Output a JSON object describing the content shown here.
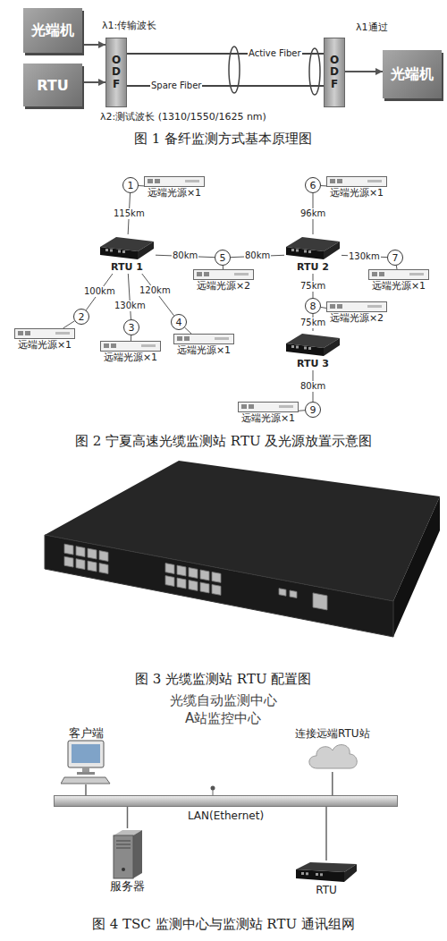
{
  "diagram": {
    "nodes": [
      {
        "text": [
          "光端机"
        ]
      },
      {
        "text": [
          "RTU"
        ]
      },
      {
        "text": [
          "ODF"
        ]
      },
      {
        "text": [
          "ODF"
        ]
      },
      {
        "text": [
          "光端机"
        ]
      },
      {
        "text": [
          "1"
        ]
      },
      {
        "text": [
          "远端光源×1"
        ]
      },
      {
        "text": [
          "6"
        ]
      },
      {
        "text": [
          "远端光源×1"
        ]
      },
      {
        "text": [
          "RTU 1"
        ]
      },
      {
        "text": [
          "5"
        ]
      },
      {
        "text": [
          "远端光源×2"
        ]
      },
      {
        "text": [
          "RTU 2"
        ]
      },
      {
        "text": [
          "7"
        ]
      },
      {
        "text": [
          "远端光源×1"
        ]
      },
      {
        "text": [
          "8"
        ]
      },
      {
        "text": [
          "远端光源×2"
        ]
      },
      {
        "text": [
          "2"
        ]
      },
      {
        "text": [
          "远端光源×1"
        ]
      },
      {
        "text": [
          "3"
        ]
      },
      {
        "text": [
          "远端光源×1"
        ]
      },
      {
        "text": [
          "4"
        ]
      },
      {
        "text": [
          "远端光源×1"
        ]
      },
      {
        "text": [
          "RTU 3"
        ]
      },
      {
        "text": [
          "9"
        ]
      },
      {
        "text": [
          "远端光源×1"
        ]
      },
      {
        "text": [
          "客户端"
        ]
      },
      {
        "text": [
          "连接远端RTU站"
        ]
      },
      {
        "text": [
          "LAN(Ethernet)"
        ]
      },
      {
        "text": [
          "服务器"
        ]
      },
      {
        "text": [
          "RTU"
        ]
      }
    ],
    "edges": [
      {
        "from": 0,
        "to": 2,
        "arrow": "to"
      },
      {
        "from": 1,
        "to": 2,
        "arrow": "to"
      },
      {
        "from": 2,
        "to": 3,
        "label": "Active Fiber",
        "arrow": "none"
      },
      {
        "from": 2,
        "to": 3,
        "label": "Spare Fiber",
        "arrow": "none"
      },
      {
        "from": 3,
        "to": 4,
        "arrow": "to"
      },
      {
        "from": 5,
        "to": 9,
        "label": "115km",
        "arrow": "none"
      },
      {
        "from": 7,
        "to": 12,
        "label": "96km",
        "arrow": "none"
      },
      {
        "from": 9,
        "to": 10,
        "label": "80km",
        "arrow": "none"
      },
      {
        "from": 10,
        "to": 12,
        "label": "80km",
        "arrow": "none"
      },
      {
        "from": 12,
        "to": 13,
        "label": "130km",
        "arrow": "none"
      },
      {
        "from": 12,
        "to": 15,
        "label": "75km",
        "arrow": "none"
      },
      {
        "from": 15,
        "to": 23,
        "label": "75km",
        "arrow": "none"
      },
      {
        "from": 23,
        "to": 24,
        "label": "80km",
        "arrow": "none"
      },
      {
        "from": 9,
        "to": 17,
        "label": "100km",
        "arrow": "none"
      },
      {
        "from": 9,
        "to": 19,
        "label": "130km",
        "arrow": "none"
      },
      {
        "from": 9,
        "to": 21,
        "label": "120km",
        "arrow": "none"
      },
      {
        "from": 5,
        "to": 6,
        "arrow": "none"
      },
      {
        "from": 7,
        "to": 8,
        "arrow": "none"
      },
      {
        "from": 10,
        "to": 11,
        "arrow": "none"
      },
      {
        "from": 13,
        "to": 14,
        "arrow": "none"
      },
      {
        "from": 15,
        "to": 16,
        "arrow": "none"
      },
      {
        "from": 17,
        "to": 18,
        "arrow": "none"
      },
      {
        "from": 19,
        "to": 20,
        "arrow": "none"
      },
      {
        "from": 21,
        "to": 22,
        "arrow": "none"
      },
      {
        "from": 24,
        "to": 25,
        "arrow": "none"
      },
      {
        "from": 26,
        "to": 28,
        "arrow": "none"
      },
      {
        "from": 27,
        "to": 28,
        "arrow": "none"
      },
      {
        "from": 29,
        "to": 28,
        "arrow": "none"
      },
      {
        "from": 30,
        "to": 28,
        "arrow": "none"
      }
    ],
    "labels": [
      "λ1:传输波长",
      "λ1通过",
      "λ2:测试波长 (1310/1550/1625 nm)",
      "图 1 备纤监测方式基本原理图",
      "图 2 宁夏高速光缆监测站 RTU 及光源放置示意图",
      "图 3 光缆监测站 RTU 配置图",
      "光缆自动监测中心",
      "A站监控中心",
      "图 4 TSC 监测中心与监测站 RTU 通讯组网"
    ]
  }
}
